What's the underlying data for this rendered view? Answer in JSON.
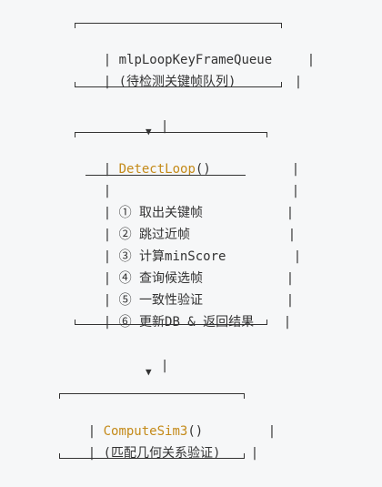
{
  "box1": {
    "title": "mlpLoopKeyFrameQueue",
    "subtitle": "(待检测关键帧队列)"
  },
  "box2": {
    "func_name": "DetectLoop",
    "func_parens": "()",
    "steps": [
      "① 取出关键帧",
      "② 跳过近帧",
      "③ 计算minScore",
      "④ 查询候选帧",
      "⑤ 一致性验证",
      "⑥ 更新DB & 返回结果"
    ]
  },
  "box3": {
    "func_name": "ComputeSim3",
    "func_parens": "()",
    "subtitle": "(匹配几何关系验证)"
  },
  "symbols": {
    "arrow": "▼",
    "pipe": "|"
  }
}
